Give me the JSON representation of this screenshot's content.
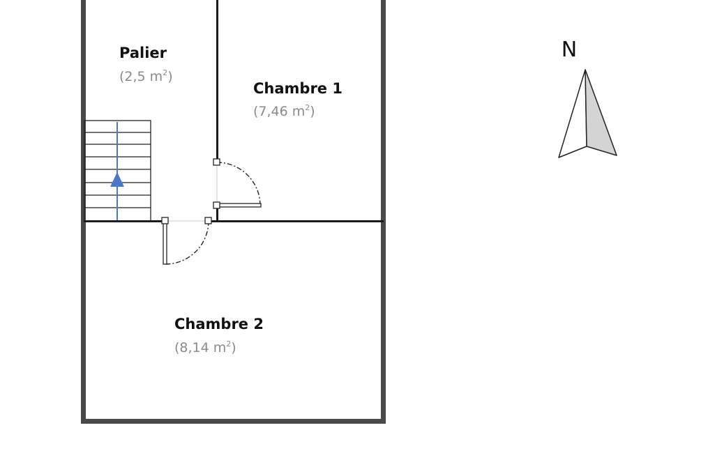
{
  "rooms": {
    "palier": {
      "name": "Palier",
      "area_prefix": "(2,5 m",
      "area_exp": "2",
      "area_suffix": ")"
    },
    "chambre1": {
      "name": "Chambre 1",
      "area_prefix": "(7,46 m",
      "area_exp": "2",
      "area_suffix": ")"
    },
    "chambre2": {
      "name": "Chambre 2",
      "area_prefix": "(8,14 m",
      "area_exp": "2",
      "area_suffix": ")"
    }
  },
  "compass": {
    "label": "N"
  },
  "colors": {
    "wall": "#3c3c3c",
    "stair_arrow": "#4a78c8",
    "compass_shade": "#d4d4d4"
  }
}
